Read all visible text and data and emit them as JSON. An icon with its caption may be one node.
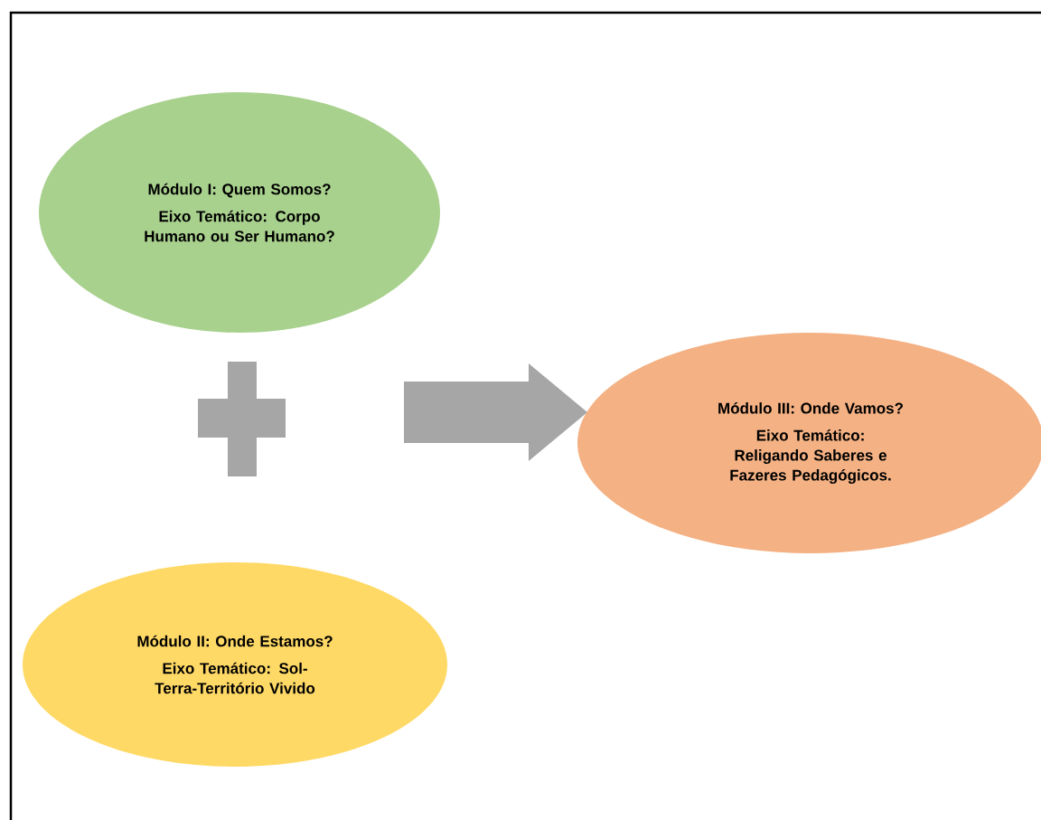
{
  "diagram": {
    "nodes": [
      {
        "text": [
          "Módulo I: Quem Somos?",
          "Eixo Temático: Corpo Humano ou Ser Humano?"
        ]
      },
      {
        "text": [
          "Módulo II: Onde Estamos?",
          "Eixo Temático: Sol-Terra-Território Vivido"
        ]
      },
      {
        "text": [
          "Módulo III: Onde Vamos?",
          "Eixo Temático: Religando Saberes e Fazeres Pedagógicos."
        ]
      },
      {
        "text": [],
        "shape": "plus"
      }
    ],
    "edges": [
      {
        "from": null,
        "to": 2,
        "arrow": "to"
      }
    ]
  }
}
